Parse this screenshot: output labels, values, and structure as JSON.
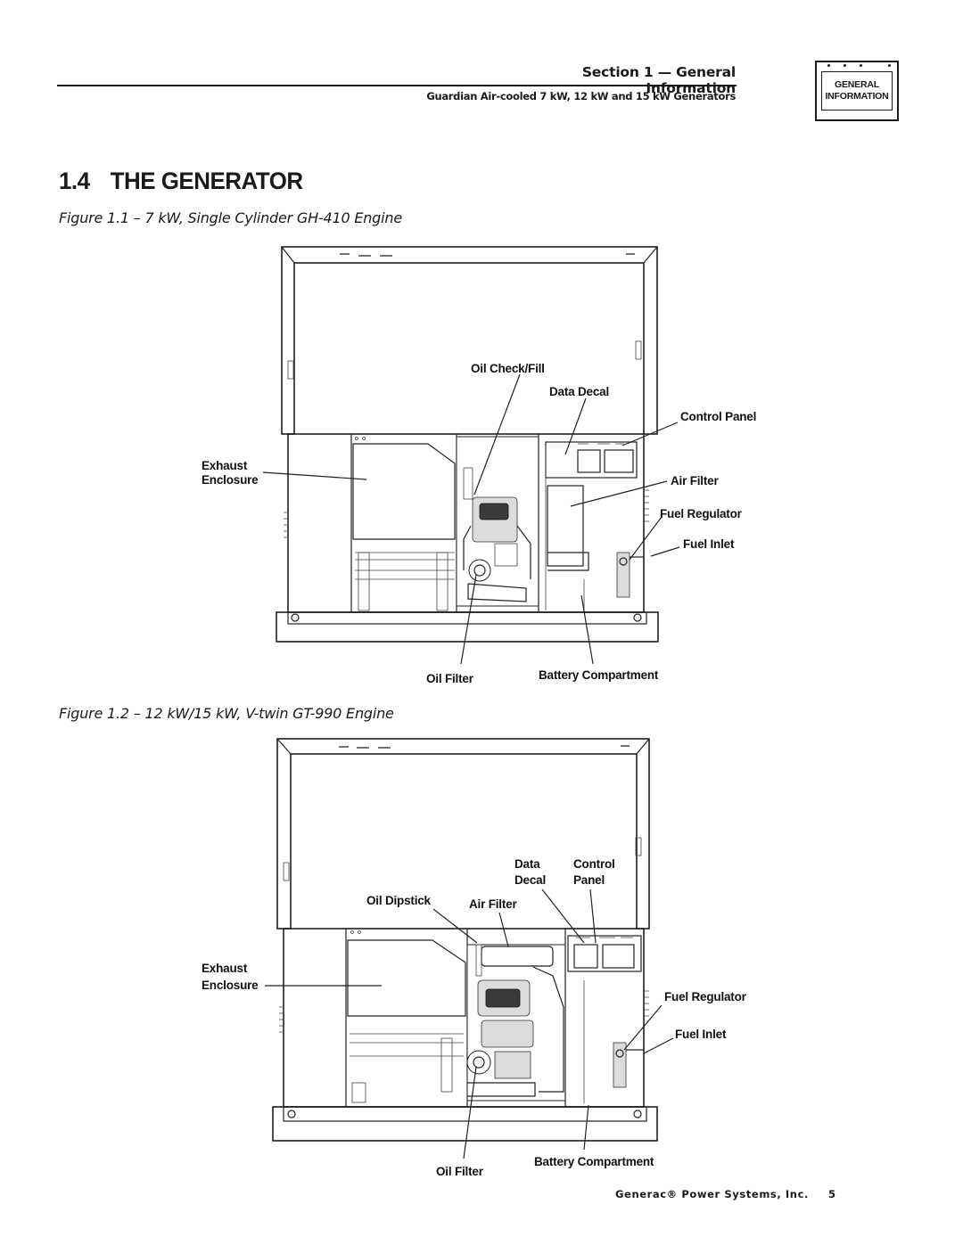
{
  "header": {
    "section_title": "Section 1 — General Information",
    "subtitle": "Guardian Air-cooled 7 kW, 12 kW and 15 kW Generators"
  },
  "tab": {
    "line1": "GENERAL",
    "line2": "INFORMATION"
  },
  "section": {
    "number": "1.4",
    "title": "THE GENERATOR"
  },
  "figure1": {
    "caption": "Figure 1.1 – 7 kW, Single Cylinder GH-410 Engine",
    "labels": {
      "oil_check_fill": "Oil Check/Fill",
      "data_decal": "Data Decal",
      "control_panel": "Control Panel",
      "exhaust_enclosure_1": "Exhaust",
      "exhaust_enclosure_2": "Enclosure",
      "air_filter": "Air Filter",
      "fuel_regulator": "Fuel Regulator",
      "fuel_inlet": "Fuel Inlet",
      "oil_filter": "Oil Filter",
      "battery_compartment": "Battery Compartment"
    }
  },
  "figure2": {
    "caption": "Figure 1.2 – 12 kW/15 kW, V-twin GT-990 Engine",
    "labels": {
      "data_1": "Data",
      "data_2": "Decal",
      "control_1": "Control",
      "control_2": "Panel",
      "oil_dipstick": "Oil Dipstick",
      "air_filter": "Air Filter",
      "exhaust_enclosure_1": "Exhaust",
      "exhaust_enclosure_2": "Enclosure",
      "fuel_regulator": "Fuel Regulator",
      "fuel_inlet": "Fuel Inlet",
      "oil_filter": "Oil Filter",
      "battery_compartment": "Battery Compartment"
    }
  },
  "footer": {
    "company": "Generac® Power Systems, Inc.",
    "page": "5"
  }
}
